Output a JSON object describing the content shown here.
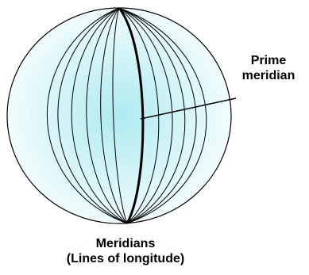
{
  "labels": {
    "prime_meridian_line1": "Prime",
    "prime_meridian_line2": "meridian",
    "caption_line1": "Meridians",
    "caption_line2": "(Lines of longitude)"
  },
  "colors": {
    "globe_center": "#aeeaf0",
    "globe_edge": "#f2fcfd",
    "stroke": "#000000"
  }
}
